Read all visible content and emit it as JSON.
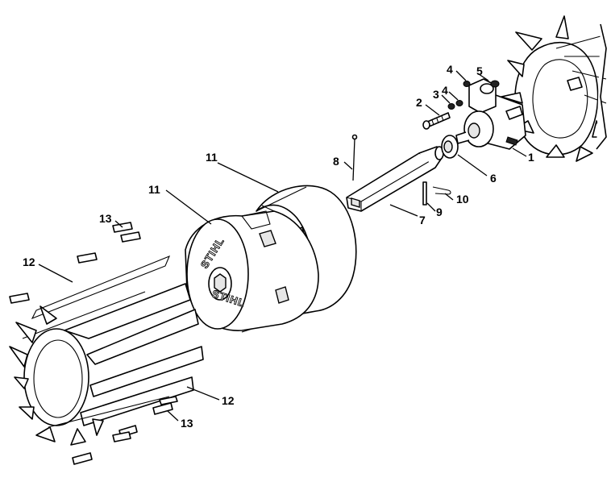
{
  "brand_logo": "STIHL",
  "callouts": [
    {
      "id": "label-1",
      "text": "1"
    },
    {
      "id": "label-2",
      "text": "2"
    },
    {
      "id": "label-3",
      "text": "3"
    },
    {
      "id": "label-4a",
      "text": "4"
    },
    {
      "id": "label-4b",
      "text": "4"
    },
    {
      "id": "label-5",
      "text": "5"
    },
    {
      "id": "label-6",
      "text": "6"
    },
    {
      "id": "label-7",
      "text": "7"
    },
    {
      "id": "label-8",
      "text": "8"
    },
    {
      "id": "label-9",
      "text": "9"
    },
    {
      "id": "label-10",
      "text": "10"
    },
    {
      "id": "label-11a",
      "text": "11"
    },
    {
      "id": "label-11b",
      "text": "11"
    },
    {
      "id": "label-12a",
      "text": "12"
    },
    {
      "id": "label-12b",
      "text": "12"
    },
    {
      "id": "label-13a",
      "text": "13"
    },
    {
      "id": "label-13b",
      "text": "13"
    }
  ]
}
